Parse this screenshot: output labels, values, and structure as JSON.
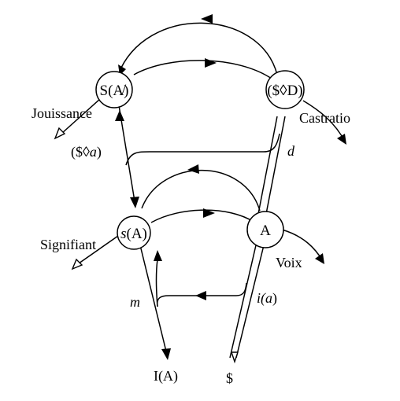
{
  "nodes": {
    "s_barred_a": "S(A̸)",
    "s_diamond_d": "($◊D)",
    "s_of_a": "s(A)",
    "a": "A"
  },
  "labels": {
    "jouissance": "Jouissance",
    "castration": "Castratio",
    "s_diamond_a": "($◊",
    "s_diamond_a_var": "a",
    "s_diamond_a_close": ")",
    "d": "d",
    "signifiant": "Signifiant",
    "voix": "Voix",
    "m": "m",
    "i_a_prefix": "i(",
    "i_a_var": "a",
    "i_a_suffix": ")",
    "i_of_a": "I(A)",
    "barred_s": "$"
  }
}
